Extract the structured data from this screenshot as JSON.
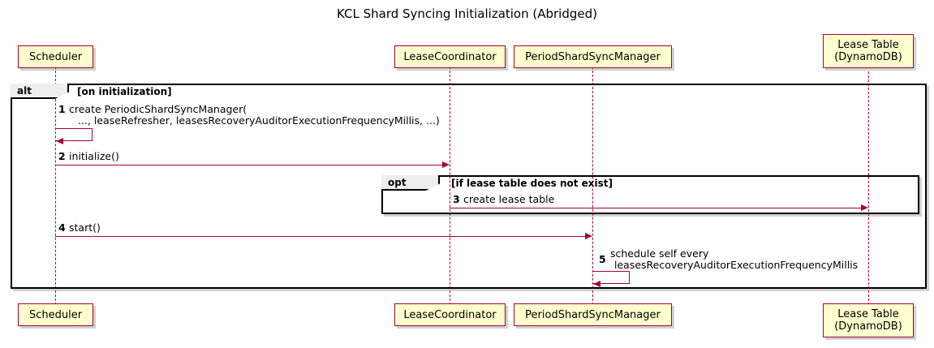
{
  "diagram": {
    "title": "KCL Shard Syncing Initialization (Abridged)",
    "accent_color": "#A80036",
    "participant_fill": "#FEFECE",
    "fragment_label_fill": "#EEEEEE"
  },
  "participants": [
    {
      "id": "scheduler",
      "label": "Scheduler",
      "label2": ""
    },
    {
      "id": "leasecoord",
      "label": "LeaseCoordinator",
      "label2": ""
    },
    {
      "id": "psyncmgr",
      "label": "PeriodShardSyncManager",
      "label2": ""
    },
    {
      "id": "leasetable",
      "label": "Lease Table",
      "label2": "(DynamoDB)"
    }
  ],
  "fragments": [
    {
      "id": "alt-frame",
      "keyword": "alt",
      "condition": "[on initialization]"
    },
    {
      "id": "opt-frame",
      "keyword": "opt",
      "condition": "[if lease table does not exist]"
    }
  ],
  "messages": [
    {
      "num": "1",
      "line1": "create PeriodicShardSyncManager(",
      "line2": "..., leaseRefresher, leasesRecoveryAuditorExecutionFrequencyMillis, ...)",
      "from": "Scheduler",
      "to": "Scheduler",
      "kind": "self"
    },
    {
      "num": "2",
      "line1": "initialize()",
      "line2": "",
      "from": "Scheduler",
      "to": "LeaseCoordinator",
      "kind": "call"
    },
    {
      "num": "3",
      "line1": "create lease table",
      "line2": "",
      "from": "LeaseCoordinator",
      "to": "Lease Table (DynamoDB)",
      "kind": "call"
    },
    {
      "num": "4",
      "line1": "start()",
      "line2": "",
      "from": "Scheduler",
      "to": "PeriodShardSyncManager",
      "kind": "call"
    },
    {
      "num": "5",
      "line1": "schedule self every",
      "line2": "leasesRecoveryAuditorExecutionFrequencyMillis",
      "from": "PeriodShardSyncManager",
      "to": "PeriodShardSyncManager",
      "kind": "self"
    }
  ]
}
